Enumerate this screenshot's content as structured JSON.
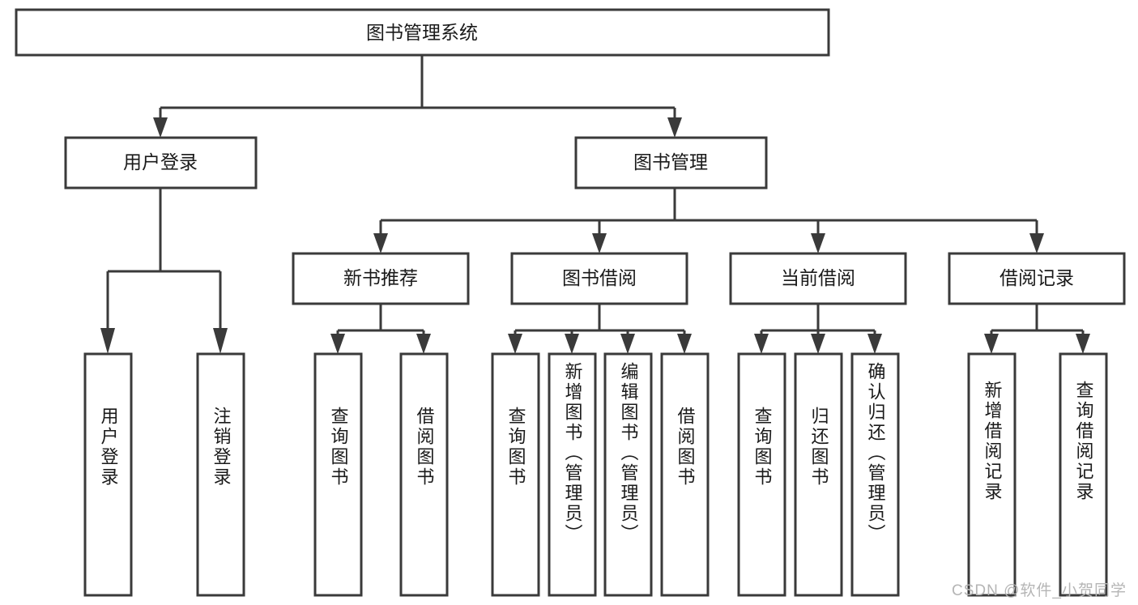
{
  "diagram": {
    "type": "tree",
    "title": "图书管理系统",
    "root": {
      "id": "root",
      "label": "图书管理系统",
      "orientation": "horizontal"
    },
    "level2": [
      {
        "id": "user-login",
        "label": "用户登录",
        "orientation": "horizontal"
      },
      {
        "id": "book-manage",
        "label": "图书管理",
        "orientation": "horizontal"
      }
    ],
    "level3": [
      {
        "id": "new-book-recommend",
        "label": "新书推荐",
        "orientation": "horizontal",
        "parent": "book-manage"
      },
      {
        "id": "book-borrow",
        "label": "图书借阅",
        "orientation": "horizontal",
        "parent": "book-manage"
      },
      {
        "id": "current-borrow",
        "label": "当前借阅",
        "orientation": "horizontal",
        "parent": "book-manage"
      },
      {
        "id": "borrow-record",
        "label": "借阅记录",
        "orientation": "horizontal",
        "parent": "book-manage"
      }
    ],
    "leaves": [
      {
        "id": "leaf-user-login",
        "label": "用户登录",
        "parent": "user-login",
        "orientation": "vertical"
      },
      {
        "id": "leaf-user-logout",
        "label": "注销登录",
        "parent": "user-login",
        "orientation": "vertical"
      },
      {
        "id": "leaf-query-book-1",
        "label": "查询图书",
        "parent": "new-book-recommend",
        "orientation": "vertical"
      },
      {
        "id": "leaf-borrow-book-1",
        "label": "借阅图书",
        "parent": "new-book-recommend",
        "orientation": "vertical"
      },
      {
        "id": "leaf-query-book-2",
        "label": "查询图书",
        "parent": "book-borrow",
        "orientation": "vertical"
      },
      {
        "id": "leaf-add-book",
        "label": "新增图书（管理员）",
        "parent": "book-borrow",
        "orientation": "vertical"
      },
      {
        "id": "leaf-edit-book",
        "label": "编辑图书（管理员）",
        "parent": "book-borrow",
        "orientation": "vertical"
      },
      {
        "id": "leaf-borrow-book-2",
        "label": "借阅图书",
        "parent": "book-borrow",
        "orientation": "vertical"
      },
      {
        "id": "leaf-query-book-3",
        "label": "查询图书",
        "parent": "current-borrow",
        "orientation": "vertical"
      },
      {
        "id": "leaf-return-book",
        "label": "归还图书",
        "parent": "current-borrow",
        "orientation": "vertical"
      },
      {
        "id": "leaf-confirm-return",
        "label": "确认归还（管理员）",
        "parent": "current-borrow",
        "orientation": "vertical"
      },
      {
        "id": "leaf-add-record",
        "label": "新增借阅记录",
        "parent": "borrow-record",
        "orientation": "vertical"
      },
      {
        "id": "leaf-query-record",
        "label": "查询借阅记录",
        "parent": "borrow-record",
        "orientation": "vertical"
      }
    ],
    "colors": {
      "stroke": "#3a3a3a",
      "fill": "#ffffff",
      "text": "#1a1a1a",
      "watermark": "#b5b5b5",
      "background": "#ffffff"
    }
  },
  "watermark": {
    "text": "CSDN @软件_小贺同学"
  }
}
